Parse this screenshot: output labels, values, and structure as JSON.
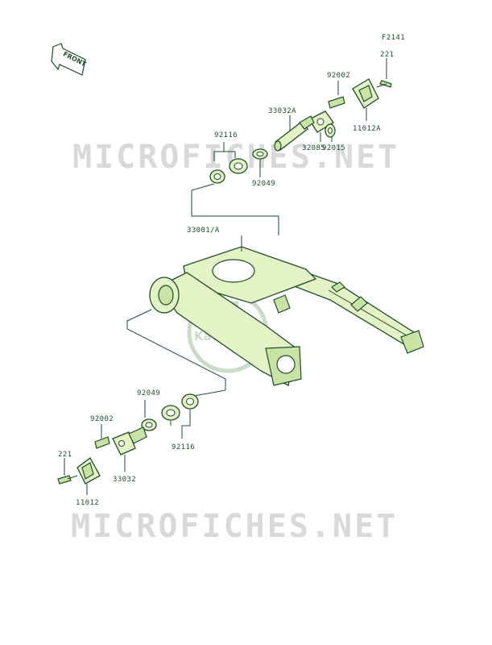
{
  "figure_code": "F2141",
  "front_label": "FRONT",
  "watermark": "MICROFICHES.NET",
  "logo_text": "Kawasaki",
  "colors": {
    "line": "#1e4d28",
    "fill": "#e4f3c6",
    "watermark": "#d9d9d9"
  },
  "part_labels": {
    "p221_top": "221",
    "p92002_top": "92002",
    "p11012A": "11012A",
    "p33032A": "33032A",
    "p32085": "32085",
    "p92015": "92015",
    "p92116_top": "92116",
    "p92049_top": "92049",
    "p33001A": "33001/A",
    "p92049_bot": "92049",
    "p92116_bot": "92116",
    "p92002_bot": "92002",
    "p221_bot": "221",
    "p33032": "33032",
    "p11012": "11012"
  }
}
